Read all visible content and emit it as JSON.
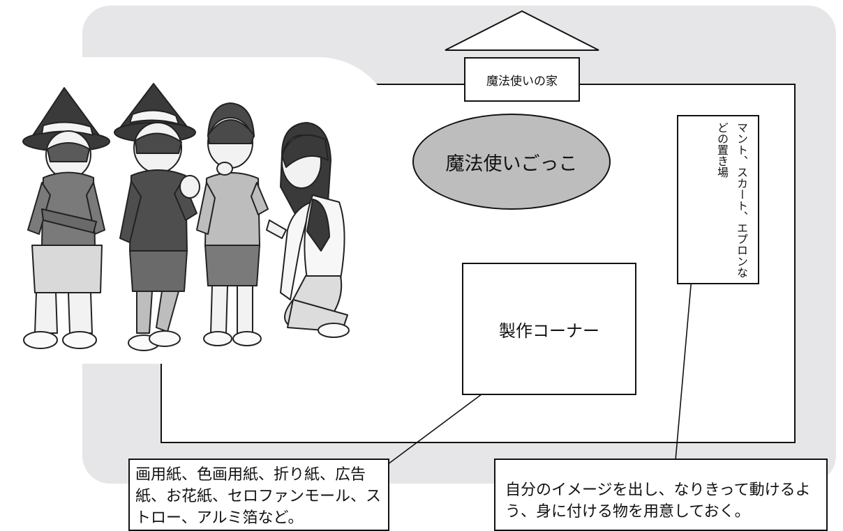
{
  "house": {
    "label": "魔法使いの家"
  },
  "play_area": {
    "label": "魔法使いごっこ"
  },
  "craft_corner": {
    "label": "製作コーナー"
  },
  "costume_area": {
    "label": "マント、スカート、エプロンなどの置き場"
  },
  "notes": {
    "materials": "画用紙、色画用紙、折り紙、広告紙、お花紙、セロファンモール、ストロー、アルミ箔など。",
    "costumes": "自分のイメージを出し、なりきって動けるよう、身に付ける物を用意しておく。"
  },
  "colors": {
    "panel": "#e6e6e8",
    "oval": "#bdbdbd",
    "line": "#111111"
  },
  "illustration": {
    "icon": "children-in-witch-hats-illustration"
  }
}
